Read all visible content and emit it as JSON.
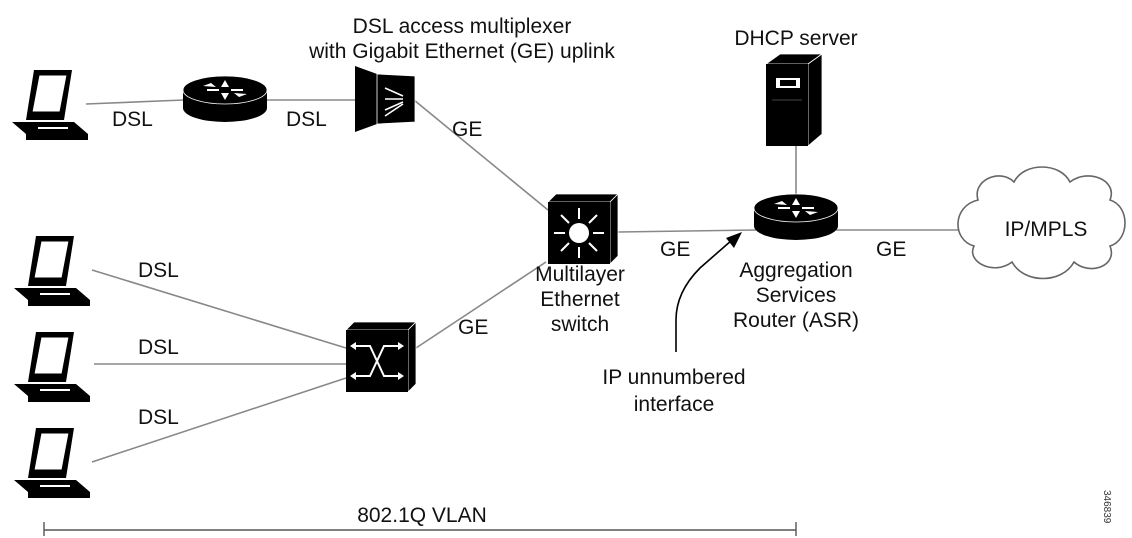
{
  "labels": {
    "dslam_line1": "DSL access multiplexer",
    "dslam_line2": "with Gigabit Ethernet (GE) uplink",
    "dhcp": "DHCP server",
    "dsl_pc1_router": "DSL",
    "dsl_router_dslam": "DSL",
    "dsl_pc2": "DSL",
    "dsl_pc3": "DSL",
    "dsl_pc4": "DSL",
    "ge_dslam": "GE",
    "ge_switch_lower": "GE",
    "ge_switch_asr": "GE",
    "ge_asr_cloud": "GE",
    "switch_line1": "Multilayer",
    "switch_line2": "Ethernet",
    "switch_line3": "switch",
    "asr_line1": "Aggregation",
    "asr_line2": "Services",
    "asr_line3": "Router (ASR)",
    "ipunnum_line1": "IP unnumbered",
    "ipunnum_line2": "interface",
    "cloud": "IP/MPLS",
    "vlan": "802.1Q VLAN",
    "figure_id": "346839"
  },
  "icons": {
    "pc": "pc-icon",
    "router": "router-icon",
    "dslam": "dslam-icon",
    "switch": "multilayer-switch-icon",
    "atm_switch": "atm-switch-icon",
    "server": "server-icon",
    "cloud": "cloud-icon"
  }
}
